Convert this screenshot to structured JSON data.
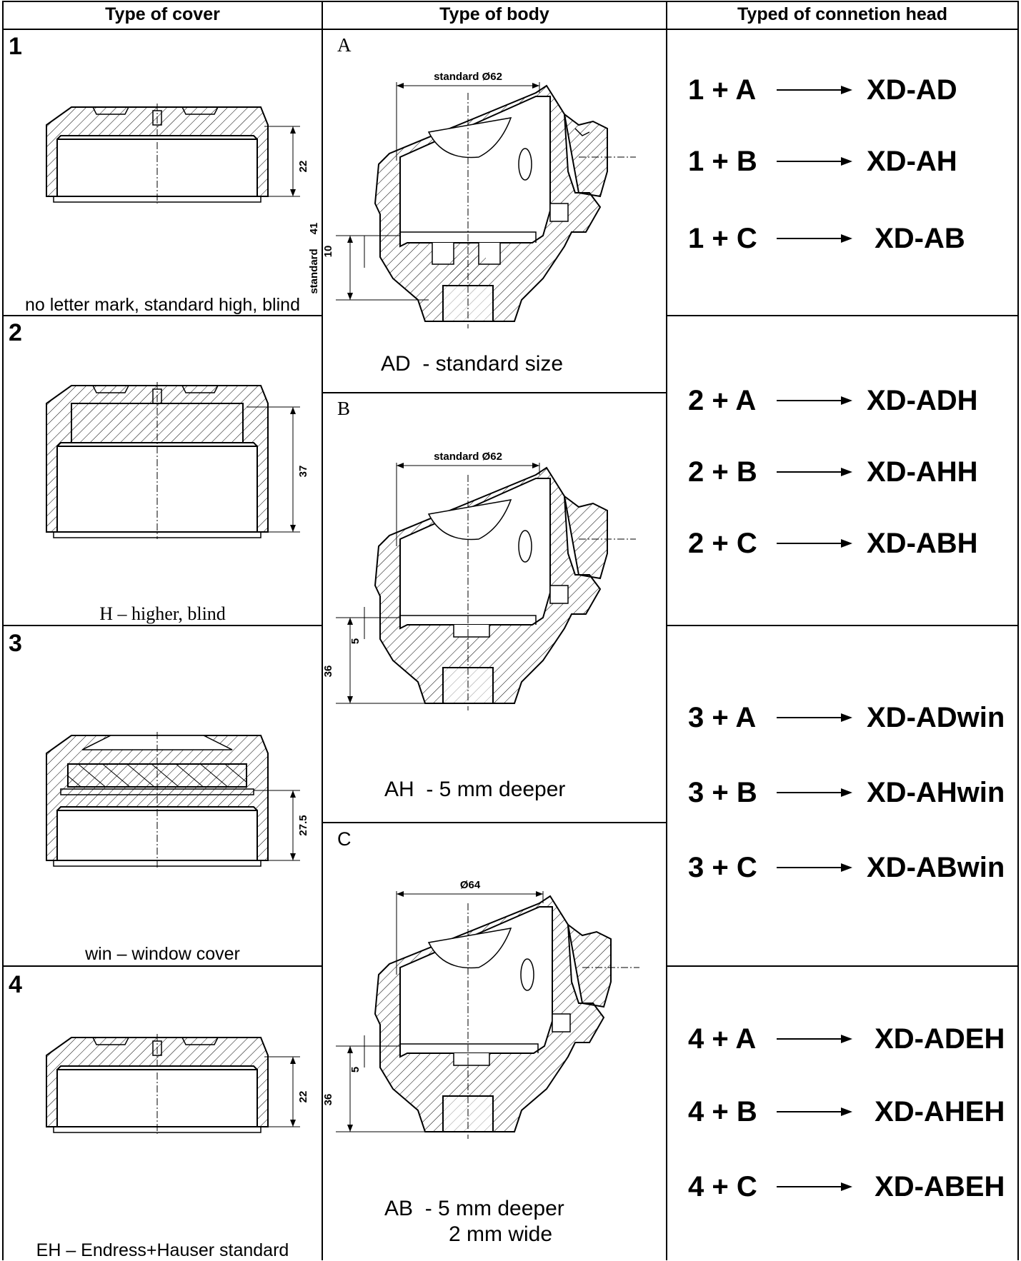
{
  "header": {
    "col1": "Type of cover",
    "col2": "Type of body",
    "col3": "Typed of connetion head"
  },
  "covers": [
    {
      "number": "1",
      "caption": "no letter mark, standard high, blind",
      "dim": "22"
    },
    {
      "number": "2",
      "caption": "H – higher, blind",
      "dim": "37"
    },
    {
      "number": "3",
      "caption": "win – window cover",
      "dim": "27.5"
    },
    {
      "number": "4",
      "caption": "EH – Endress+Hauser standard",
      "dim": "22"
    }
  ],
  "bodies": [
    {
      "letter": "A",
      "caption": "AD  - standard size",
      "dia": "standard  Ø62",
      "dim_outer": "41",
      "dim_inner": "10",
      "dim_label": "standard"
    },
    {
      "letter": "B",
      "caption": "AH  - 5 mm deeper",
      "dia": "standard  Ø62",
      "dim_outer": "36",
      "dim_inner": "5"
    },
    {
      "letter": "C",
      "caption_line1": "AB  - 5 mm deeper",
      "caption_line2": "2 mm wide",
      "dia": "Ø64",
      "dim_outer": "36",
      "dim_inner": "5"
    }
  ],
  "connections": [
    {
      "combo": "1 + A",
      "code": "XD-AD"
    },
    {
      "combo": "1 + B",
      "code": "XD-AH"
    },
    {
      "combo": "1 + C",
      "code": " XD-AB"
    },
    {
      "combo": "2 + A",
      "code": "XD-ADH"
    },
    {
      "combo": "2 + B",
      "code": "XD-AHH"
    },
    {
      "combo": "2 + C",
      "code": "XD-ABH"
    },
    {
      "combo": "3 + A",
      "code": "XD-ADwin"
    },
    {
      "combo": "3 + B",
      "code": "XD-AHwin"
    },
    {
      "combo": "3 + C",
      "code": "XD-ABwin"
    },
    {
      "combo": "4 + A",
      "code": " XD-ADEH"
    },
    {
      "combo": "4 + B",
      "code": " XD-AHEH"
    },
    {
      "combo": "4 + C",
      "code": " XD-ABEH"
    }
  ]
}
